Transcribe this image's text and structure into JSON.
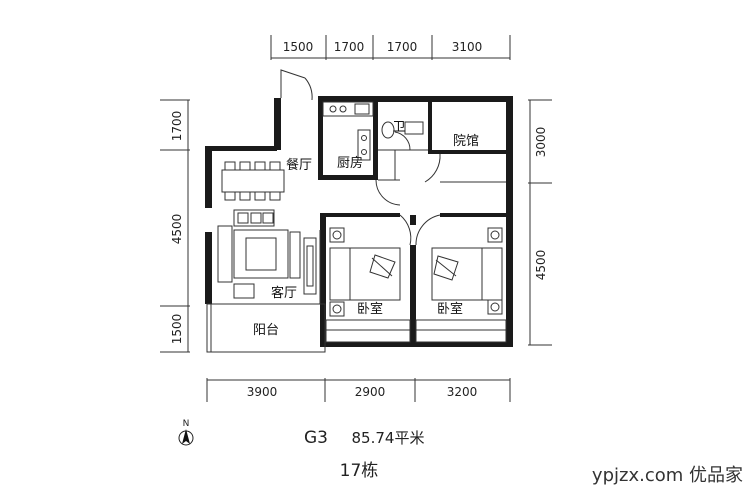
{
  "dimensions": {
    "top": [
      "1500",
      "1700",
      "1700",
      "3100"
    ],
    "bottom": [
      "3900",
      "2900",
      "3200"
    ],
    "left": [
      "1700",
      "4500",
      "1500"
    ],
    "right": [
      "3000",
      "4500"
    ]
  },
  "rooms": {
    "dining": "餐厅",
    "kitchen": "厨房",
    "bath": "卫",
    "courtyard": "院馆",
    "living": "客厅",
    "bedroom1": "卧室",
    "bedroom2": "卧室",
    "balcony": "阳台"
  },
  "compass": {
    "label": "N"
  },
  "caption": {
    "unit": "G3",
    "area": "85.74平米",
    "building": "17栋"
  },
  "watermark": "ypjzx.com  优品家"
}
